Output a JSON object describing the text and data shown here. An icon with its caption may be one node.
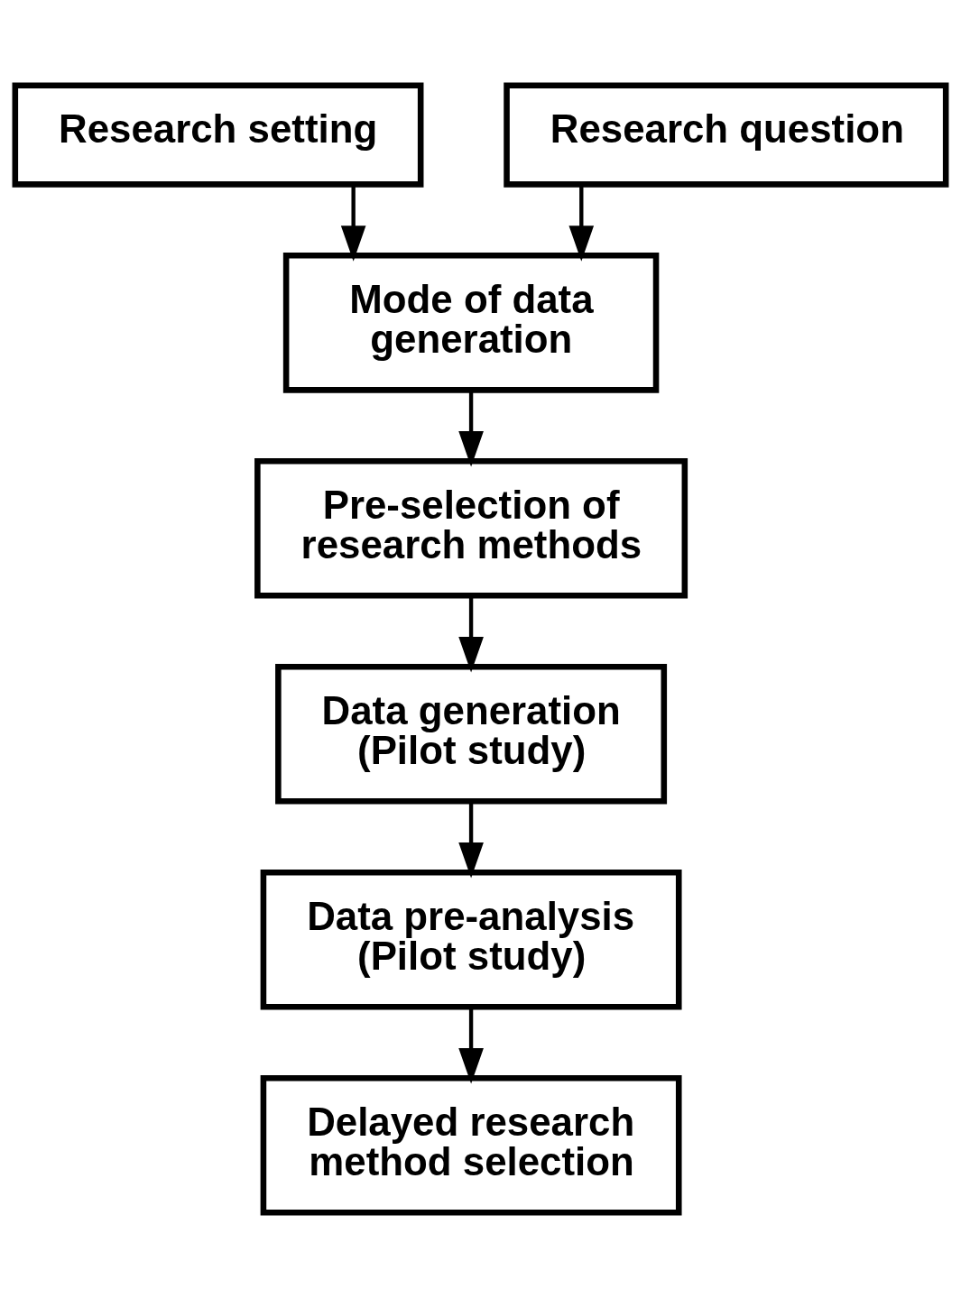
{
  "diagram": {
    "nodes": [
      {
        "text": [
          "Research setting"
        ]
      },
      {
        "text": [
          "Research question"
        ]
      },
      {
        "text": [
          "Mode of data generation"
        ]
      },
      {
        "text": [
          "Pre-selection of research methods"
        ]
      },
      {
        "text": [
          "Data generation (Pilot study)"
        ]
      },
      {
        "text": [
          "Data pre-analysis (Pilot study)"
        ]
      },
      {
        "text": [
          "Delayed research method selection"
        ]
      }
    ],
    "edges": [
      {
        "from": 0,
        "to": 2,
        "arrow": "to"
      },
      {
        "from": 1,
        "to": 2,
        "arrow": "to"
      },
      {
        "from": 2,
        "to": 3,
        "arrow": "to"
      },
      {
        "from": 3,
        "to": 4,
        "arrow": "to"
      },
      {
        "from": 4,
        "to": 5,
        "arrow": "to"
      },
      {
        "from": 5,
        "to": 6,
        "arrow": "to"
      }
    ]
  }
}
